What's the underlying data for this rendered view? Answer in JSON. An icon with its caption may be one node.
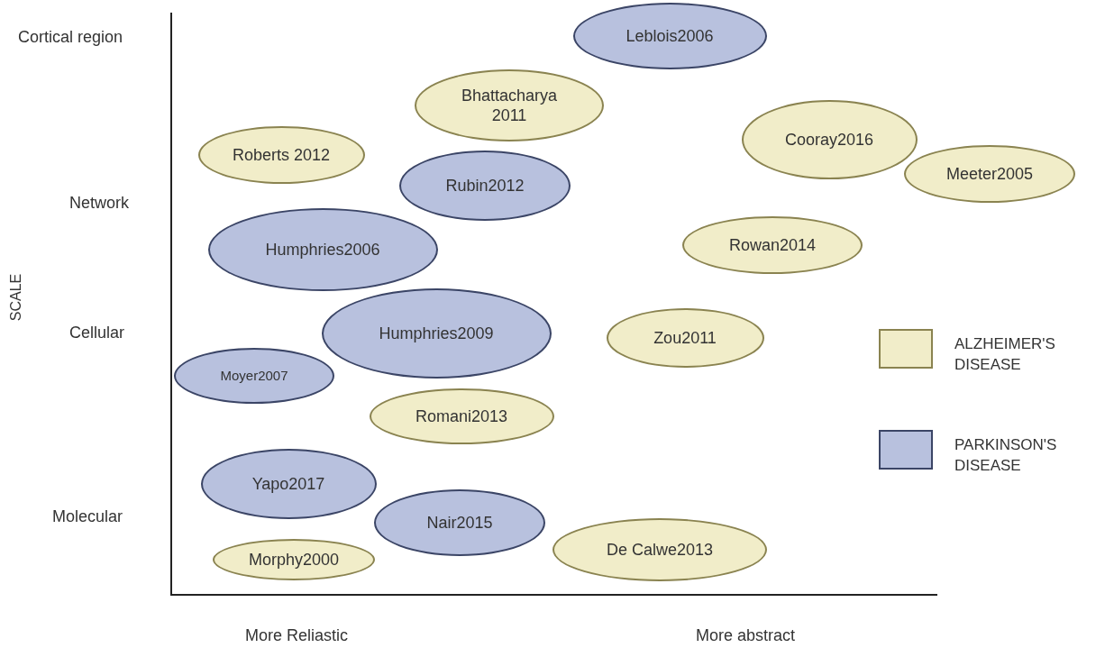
{
  "diagram": {
    "nodes": [
      {
        "text": [
          "Leblois2006"
        ]
      },
      {
        "text": [
          "Bhattacharya 2011"
        ]
      },
      {
        "text": [
          "Cooray2016"
        ]
      },
      {
        "text": [
          "Roberts 2012"
        ]
      },
      {
        "text": [
          "Meeter2005"
        ]
      },
      {
        "text": [
          "Rubin2012"
        ]
      },
      {
        "text": [
          "Humphries2006"
        ]
      },
      {
        "text": [
          "Rowan2014"
        ]
      },
      {
        "text": [
          "Humphries2009"
        ]
      },
      {
        "text": [
          "Zou2011"
        ]
      },
      {
        "text": [
          "Moyer2007"
        ]
      },
      {
        "text": [
          "Romani2013"
        ]
      },
      {
        "text": [
          "Yapo2017"
        ]
      },
      {
        "text": [
          "Nair2015"
        ]
      },
      {
        "text": [
          "De Calwe2013"
        ]
      },
      {
        "text": [
          "Morphy2000"
        ]
      }
    ],
    "labels": [
      "Cortical region",
      "Network",
      "SCALE",
      "Cellular",
      "Molecular",
      "More Reliastic",
      "More abstract"
    ],
    "legend": [
      {
        "text": "ALZHEIMER'S DISEASE",
        "color": "#f1edc9"
      },
      {
        "text": "PARKINSON'S DISEASE",
        "color": "#b8c1de"
      }
    ]
  }
}
